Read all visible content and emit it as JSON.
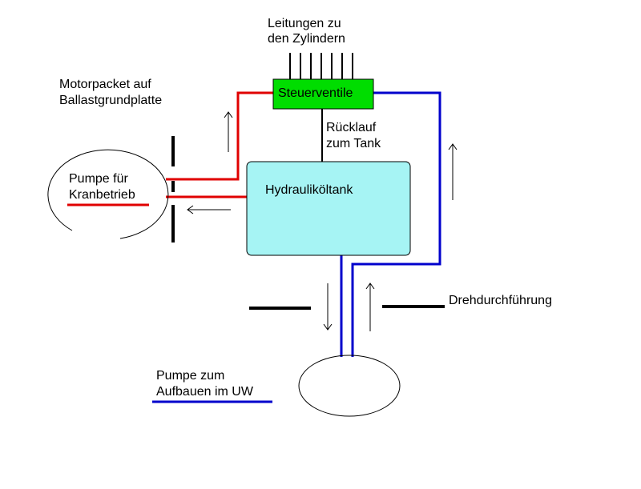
{
  "labels": {
    "leitungen_line1": "Leitungen zu",
    "leitungen_line2": "den Zylindern",
    "motorpacket_line1": "Motorpacket auf",
    "motorpacket_line2": "Ballastgrundplatte",
    "steuerventile": "Steuerventile",
    "ruecklauf_line1": "Rücklauf",
    "ruecklauf_line2": "zum Tank",
    "pumpe_kran_line1": "Pumpe für",
    "pumpe_kran_line2": "Kranbetrieb",
    "hydraulikoeltank": "Hydrauliköltank",
    "drehdurchfuehrung": "Drehdurchführung",
    "pumpe_uw_line1": "Pumpe zum",
    "pumpe_uw_line2": "Aufbauen im UW"
  },
  "colors": {
    "red_line": "#e00000",
    "blue_line": "#0000cc",
    "valve_fill": "#00dd00",
    "tank_fill": "#a6f4f4",
    "stroke": "#000000"
  }
}
